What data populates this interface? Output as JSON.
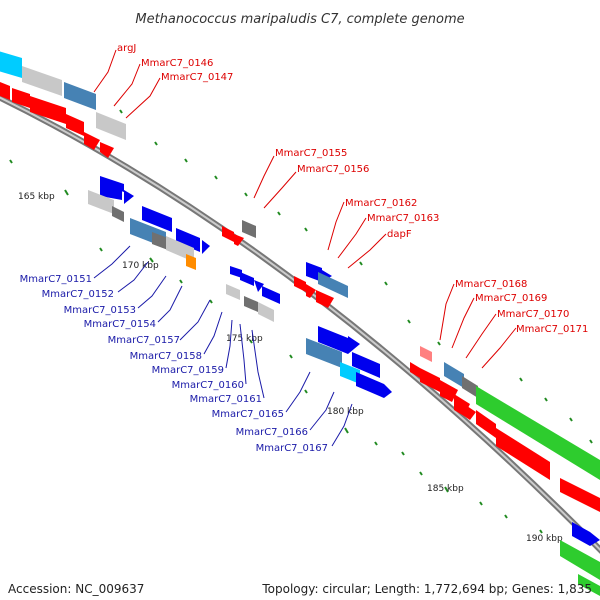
{
  "title": "Methanococcus maripaludis C7, complete genome",
  "footer": {
    "accession": "Accession: NC_009637",
    "topology": "Topology: circular; Length: 1,772,694 bp; Genes: 1,835"
  },
  "scale": {
    "ticks": [
      "165 kbp",
      "170 kbp",
      "175 kbp",
      "180 kbp",
      "185 kbp",
      "190 kbp"
    ]
  },
  "colors": {
    "red_gene": "#ff0000",
    "blue_gene": "#0000ee",
    "steelblue_gene": "#4682b4",
    "grey_gene": "#c8c8c8",
    "darkgrey_gene": "#707070",
    "green_gene": "#2ecc2e",
    "cyan_gene": "#00ccff",
    "orange_gene": "#ff8c00",
    "pink_gene": "#ff8080",
    "red_label": "#dd0000",
    "blue_label": "#1a1aa8",
    "backbone": "#888888",
    "tick": "#228b22"
  },
  "labels": {
    "argJ": "argJ",
    "m0146": "MmarC7_0146",
    "m0147": "MmarC7_0147",
    "m0155": "MmarC7_0155",
    "m0156": "MmarC7_0156",
    "m0162": "MmarC7_0162",
    "m0163": "MmarC7_0163",
    "dapF": "dapF",
    "m0168": "MmarC7_0168",
    "m0169": "MmarC7_0169",
    "m0170": "MmarC7_0170",
    "m0171": "MmarC7_0171",
    "m0151": "MmarC7_0151",
    "m0152": "MmarC7_0152",
    "m0153": "MmarC7_0153",
    "m0154": "MmarC7_0154",
    "m0157": "MmarC7_0157",
    "m0158": "MmarC7_0158",
    "m0159": "MmarC7_0159",
    "m0160": "MmarC7_0160",
    "m0161": "MmarC7_0161",
    "m0165": "MmarC7_0165",
    "m0166": "MmarC7_0166",
    "m0167": "MmarC7_0167"
  }
}
